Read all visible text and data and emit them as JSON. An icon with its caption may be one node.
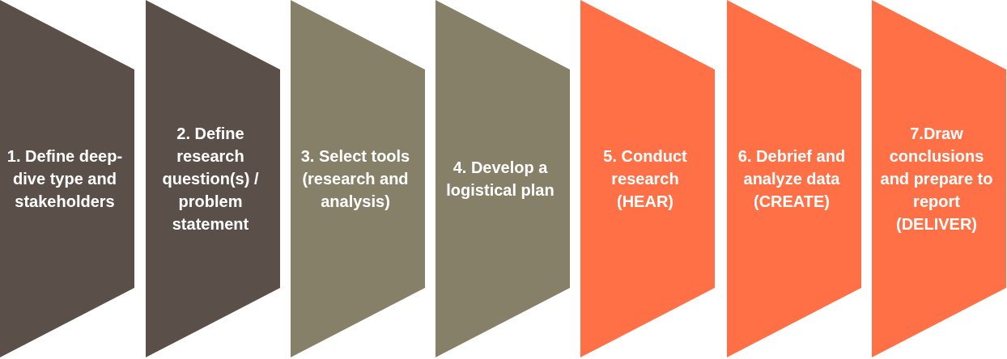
{
  "diagram": {
    "nodes": [
      {
        "text": [
          "1. Define deep-dive type and stakeholders"
        ]
      },
      {
        "text": [
          "2. Define research question(s) / problem statement"
        ]
      },
      {
        "text": [
          "3. Select tools (research and analysis)"
        ]
      },
      {
        "text": [
          "4. Develop a logistical plan"
        ]
      },
      {
        "text": [
          "5. Conduct research (HEAR)"
        ]
      },
      {
        "text": [
          "6. Debrief and analyze data (CREATE)"
        ]
      },
      {
        "text": [
          "7.Draw conclusions and prepare to report (DELIVER)"
        ]
      }
    ]
  }
}
